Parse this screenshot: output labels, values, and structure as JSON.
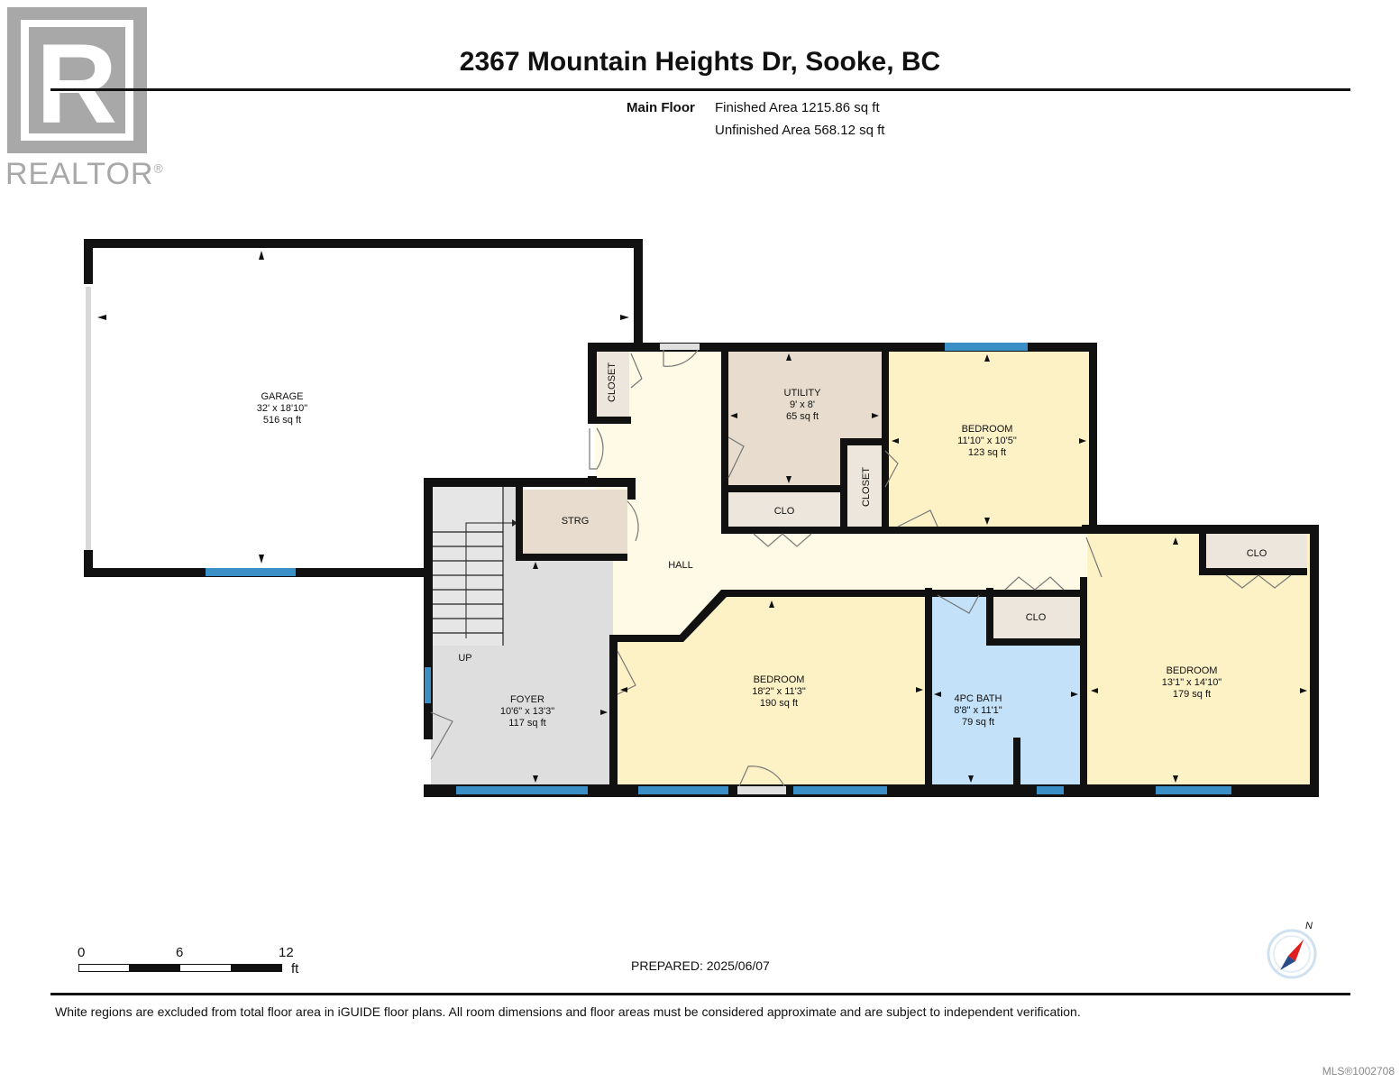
{
  "brand": {
    "logo_letter": "R",
    "logo_text": "REALTOR",
    "registered": "®"
  },
  "header": {
    "title": "2367 Mountain Heights Dr, Sooke, BC"
  },
  "area": {
    "floor_name": "Main Floor",
    "finished": "Finished Area 1215.86 sq ft",
    "unfinished": "Unfinished Area 568.12 sq ft"
  },
  "rooms": {
    "garage": {
      "name": "GARAGE",
      "dims": "32' x 18'10\"",
      "area": "516 sq ft"
    },
    "utility": {
      "name": "UTILITY",
      "dims": "9' x 8'",
      "area": "65 sq ft"
    },
    "bedroom_ne": {
      "name": "BEDROOM",
      "dims": "11'10\" x 10'5\"",
      "area": "123 sq ft"
    },
    "bedroom_s": {
      "name": "BEDROOM",
      "dims": "18'2\" x 11'3\"",
      "area": "190 sq ft"
    },
    "bedroom_e": {
      "name": "BEDROOM",
      "dims": "13'1\" x 14'10\"",
      "area": "179 sq ft"
    },
    "foyer": {
      "name": "FOYER",
      "dims": "10'6\" x 13'3\"",
      "area": "117 sq ft"
    },
    "bath": {
      "name": "4PC BATH",
      "dims": "8'8\" x 11'1\"",
      "area": "79 sq ft"
    },
    "hall": {
      "name": "HALL"
    },
    "strg": {
      "name": "STRG"
    },
    "closet_nw": {
      "name": "CLOSET"
    },
    "closet_mid": {
      "name": "CLOSET"
    },
    "clo_utility": {
      "name": "CLO"
    },
    "clo_bath": {
      "name": "CLO"
    },
    "clo_bedroom": {
      "name": "CLO"
    },
    "stairs": {
      "name": "UP"
    }
  },
  "colors": {
    "wall": "#111111",
    "window": "#3b8fc7",
    "garage": "#ffffff",
    "hall": "#fefae6",
    "utility": "#e7dccd",
    "bedroom": "#fdf1c6",
    "foyer": "#dedede",
    "bath": "#c3e1f8",
    "closet": "#ece6dc"
  },
  "scale": {
    "labels": [
      "0",
      "6",
      "12"
    ],
    "unit": "ft"
  },
  "prepared": "PREPARED: 2025/06/07",
  "compass": {
    "label": "N",
    "icon": "compass-icon"
  },
  "footer": {
    "disclaimer": "White regions are excluded from total floor area in iGUIDE floor plans. All room dimensions and floor areas must be considered approximate and are subject to independent verification.",
    "mls": "MLS®1002708"
  }
}
